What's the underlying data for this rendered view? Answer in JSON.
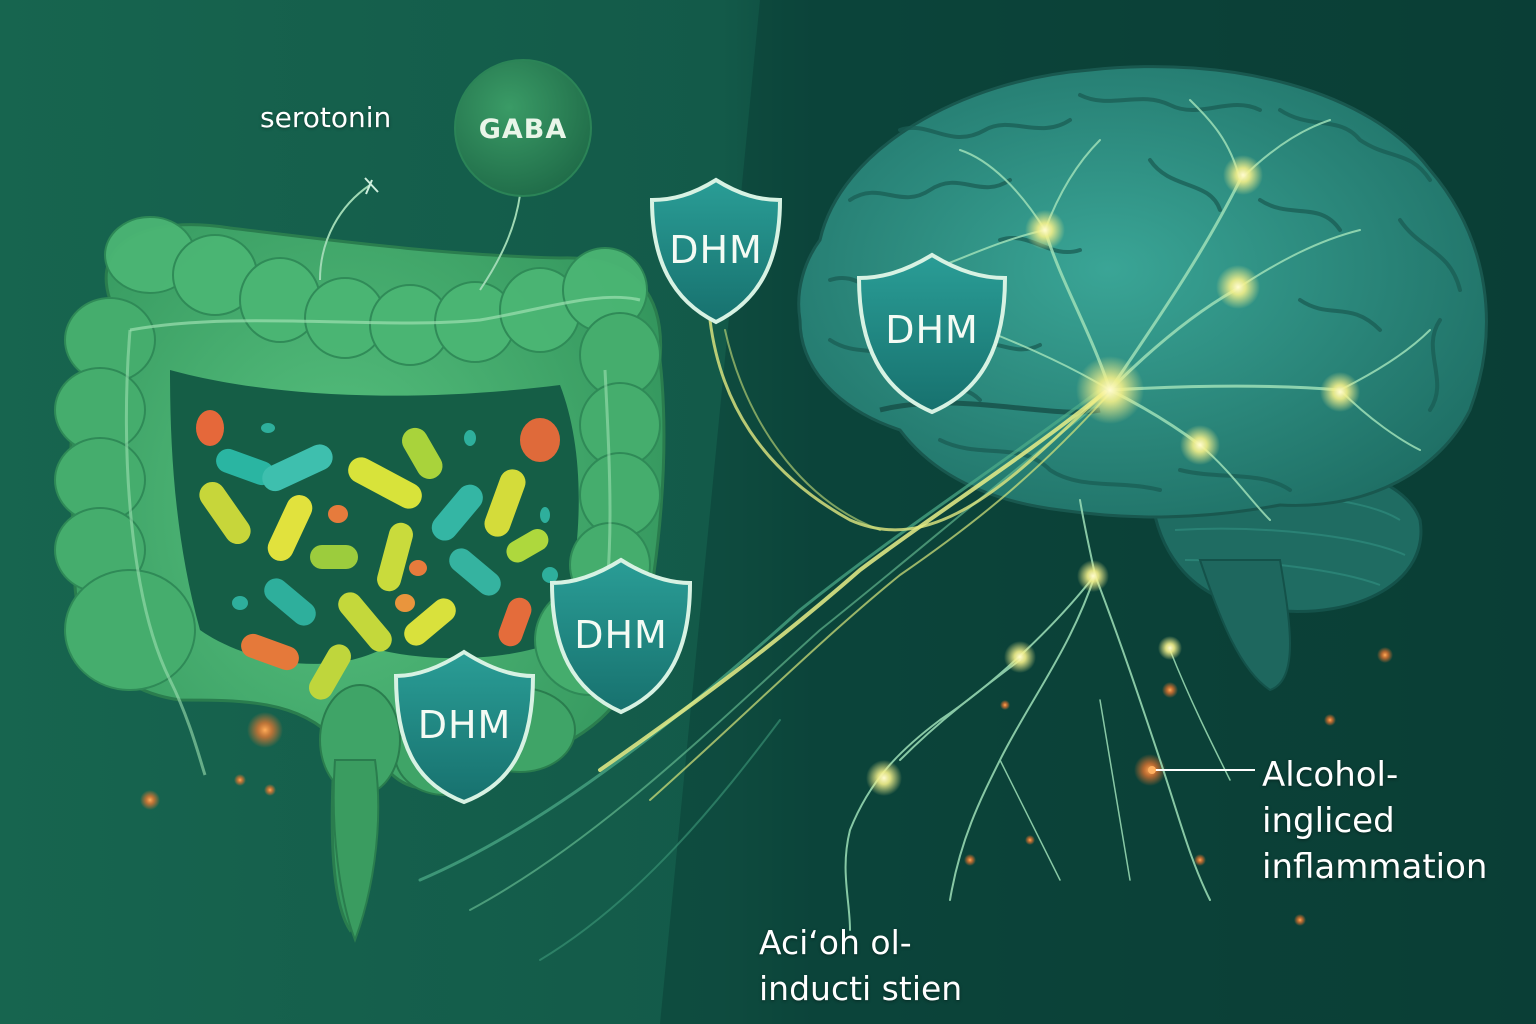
{
  "labels": {
    "serotonin": "serotonin",
    "gaba": "GABA",
    "dhm": "DHM",
    "right_annotation": [
      "Alcohol-",
      "ingliced",
      "inflammation"
    ],
    "bottom_annotation": [
      "Aciʻoh ol-",
      "inducti stien"
    ]
  },
  "colors": {
    "background_left": "#17654f",
    "background_right": "#0c4038",
    "gut": "#3ea86a",
    "brain": "#2f8c7e",
    "shield": "#1f8a84",
    "neuron_glow": "#fff59a",
    "inflammation": "#ff7a2e"
  }
}
